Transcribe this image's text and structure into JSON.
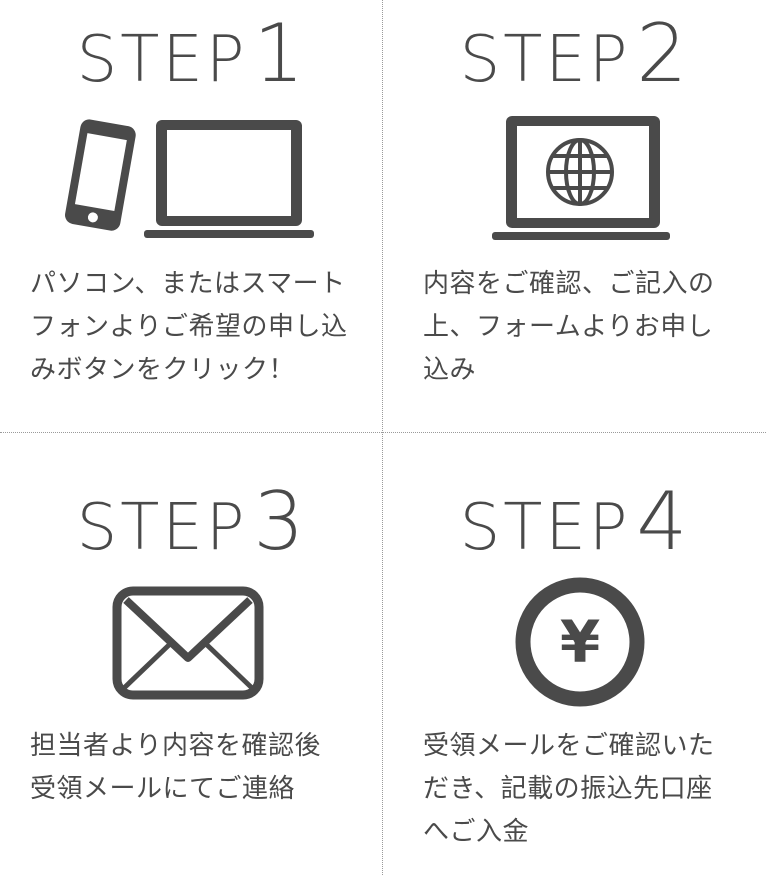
{
  "steps": [
    {
      "word": "STEP",
      "num": "1",
      "lines": [
        "パソコン、またはスマート",
        "フォンよりご希望の申し込",
        "みボタンをクリック！"
      ],
      "icons": [
        "smartphone-icon",
        "laptop-icon"
      ]
    },
    {
      "word": "STEP",
      "num": "2",
      "lines": [
        "内容をご確認、ご記入の",
        "上、フォームよりお申し",
        "込み"
      ],
      "icons": [
        "laptop-globe-icon"
      ]
    },
    {
      "word": "STEP",
      "num": "3",
      "lines": [
        "担当者より内容を確認後",
        "受領メールにてご連絡"
      ],
      "icons": [
        "envelope-icon"
      ]
    },
    {
      "word": "STEP",
      "num": "4",
      "lines": [
        "受領メールをご確認いた",
        "だき、記載の振込先口座",
        "へご入金"
      ],
      "icons": [
        "yen-coin-icon"
      ],
      "yen_symbol": "¥"
    }
  ],
  "colors": {
    "text": "#4a4a4a",
    "icon": "#4a4a4a",
    "divider": "#9a9a9a",
    "background": "#ffffff"
  }
}
